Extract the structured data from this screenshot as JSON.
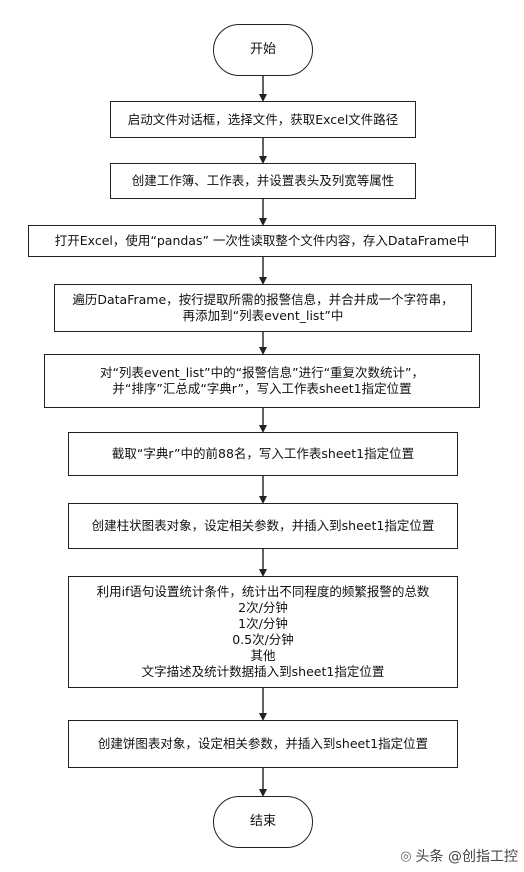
{
  "flowchart": {
    "nodes": [
      {
        "id": "start",
        "shape": "terminal",
        "lines": [
          "开始"
        ]
      },
      {
        "id": "step1",
        "shape": "process",
        "lines": [
          "启动文件对话框，选择文件，获取Excel文件路径"
        ]
      },
      {
        "id": "step2",
        "shape": "process",
        "lines": [
          "创建工作簿、工作表，并设置表头及列宽等属性"
        ]
      },
      {
        "id": "step3",
        "shape": "process",
        "lines": [
          "打开Excel，使用“pandas” 一次性读取整个文件内容，存入DataFrame中"
        ]
      },
      {
        "id": "step4",
        "shape": "process",
        "lines": [
          "遍历DataFrame，按行提取所需的报警信息，并合并成一个字符串，",
          "再添加到“列表event_list”中"
        ]
      },
      {
        "id": "step5",
        "shape": "process",
        "lines": [
          "对“列表event_list”中的“报警信息”进行“重复次数统计”，",
          "并“排序”汇总成“字典r”，写入工作表sheet1指定位置"
        ]
      },
      {
        "id": "step6",
        "shape": "process",
        "lines": [
          "截取“字典r”中的前88名，写入工作表sheet1指定位置"
        ]
      },
      {
        "id": "step7",
        "shape": "process",
        "lines": [
          "创建柱状图表对象，设定相关参数，并插入到sheet1指定位置"
        ]
      },
      {
        "id": "step8",
        "shape": "process",
        "lines": [
          "利用if语句设置统计条件，统计出不同程度的频繁报警的总数",
          "2次/分钟",
          "1次/分钟",
          "0.5次/分钟",
          "其他",
          "文字描述及统计数据插入到sheet1指定位置"
        ]
      },
      {
        "id": "step9",
        "shape": "process",
        "lines": [
          "创建饼图表对象，设定相关参数，并插入到sheet1指定位置"
        ]
      },
      {
        "id": "end",
        "shape": "terminal",
        "lines": [
          "结束"
        ]
      }
    ]
  },
  "watermark": {
    "text": "头条 @创指工控",
    "icon": "wechat-icon"
  }
}
